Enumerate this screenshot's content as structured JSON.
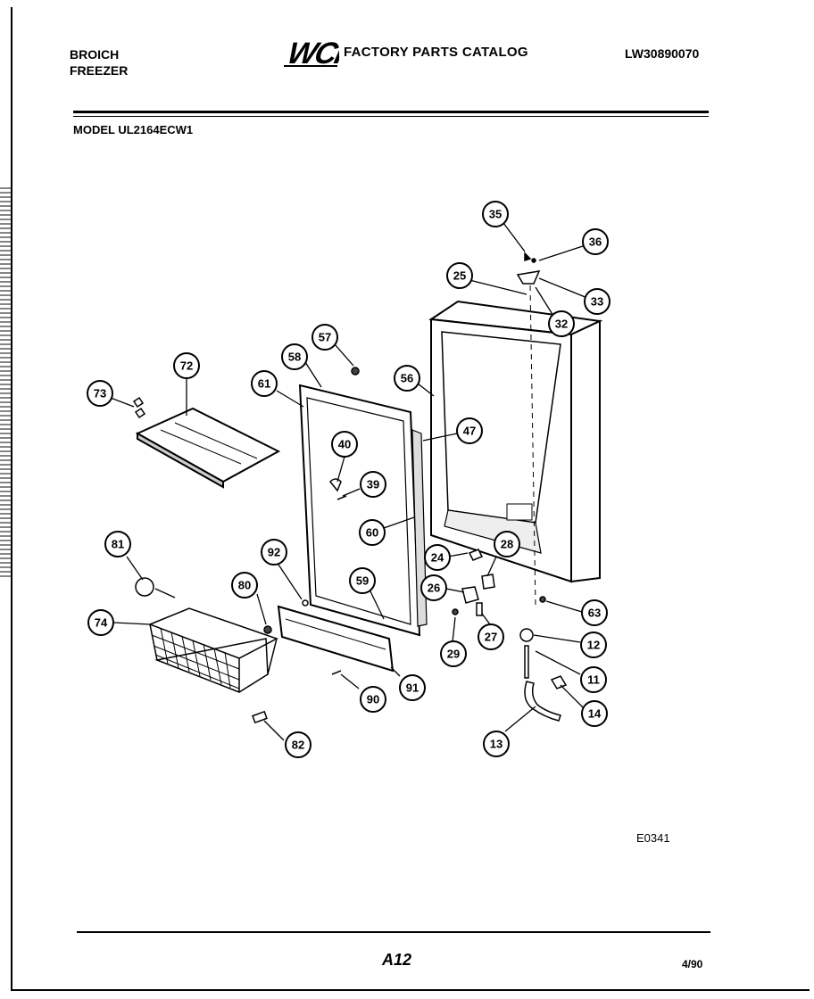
{
  "header": {
    "brand_line1": "BROICH",
    "brand_line2": "FREEZER",
    "logo_text": "WCI",
    "catalog_title": "FACTORY PARTS CATALOG",
    "catalog_code": "LW30890070"
  },
  "model_label": "MODEL UL2164ECW1",
  "diagram_ref": "E0341",
  "footer": {
    "page_number": "A12",
    "date": "4/90"
  },
  "callouts": [
    {
      "label": "35"
    },
    {
      "label": "36"
    },
    {
      "label": "25"
    },
    {
      "label": "33"
    },
    {
      "label": "32"
    },
    {
      "label": "57"
    },
    {
      "label": "58"
    },
    {
      "label": "56"
    },
    {
      "label": "72"
    },
    {
      "label": "73"
    },
    {
      "label": "61"
    },
    {
      "label": "40"
    },
    {
      "label": "47"
    },
    {
      "label": "39"
    },
    {
      "label": "60"
    },
    {
      "label": "81"
    },
    {
      "label": "92"
    },
    {
      "label": "28"
    },
    {
      "label": "24"
    },
    {
      "label": "80"
    },
    {
      "label": "59"
    },
    {
      "label": "26"
    },
    {
      "label": "74"
    },
    {
      "label": "63"
    },
    {
      "label": "27"
    },
    {
      "label": "12"
    },
    {
      "label": "29"
    },
    {
      "label": "91"
    },
    {
      "label": "11"
    },
    {
      "label": "90"
    },
    {
      "label": "14"
    },
    {
      "label": "82"
    },
    {
      "label": "13"
    }
  ]
}
